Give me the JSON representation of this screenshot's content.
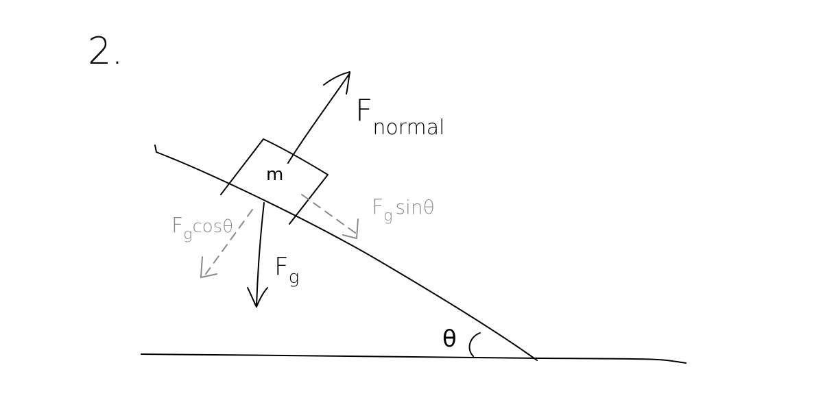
{
  "problem_number": "2.",
  "labels": {
    "mass": "m",
    "normal_force": "F",
    "normal_force_subscript": "normal",
    "gravity": "F",
    "gravity_subscript": "g",
    "gravity_perpendicular": "F",
    "gravity_perpendicular_rest": "cosθ",
    "gravity_parallel": "F",
    "gravity_parallel_rest": "sinθ",
    "angle": "θ",
    "gravity_perpendicular_subscript": "g",
    "gravity_parallel_subscript": "g"
  },
  "colors": {
    "ink": "#000000",
    "components": "#8a8a8a"
  }
}
